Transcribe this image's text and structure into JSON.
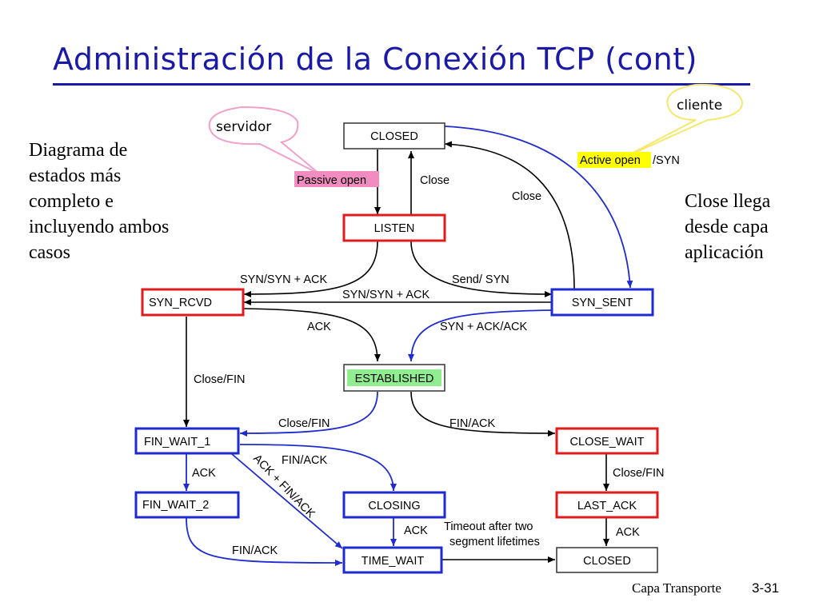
{
  "slide": {
    "title": "Administración de la Conexión TCP (cont)",
    "left_note": [
      "Diagrama de",
      "estados más",
      "completo e",
      "incluyendo ambos",
      "casos"
    ],
    "right_note": [
      "Close llega",
      "desde capa",
      "aplicación"
    ],
    "footer": "Capa Transporte",
    "page_number": "3-31"
  },
  "callouts": {
    "servidor": "servidor",
    "cliente": "cliente"
  },
  "states": {
    "closed_top": "CLOSED",
    "listen": "LISTEN",
    "syn_rcvd": "SYN_RCVD",
    "syn_sent": "SYN_SENT",
    "established": "ESTABLISHED",
    "fin_wait_1": "FIN_WAIT_1",
    "fin_wait_2": "FIN_WAIT_2",
    "closing": "CLOSING",
    "time_wait": "TIME_WAIT",
    "close_wait": "CLOSE_WAIT",
    "last_ack": "LAST_ACK",
    "closed_bottom": "CLOSED"
  },
  "transitions": {
    "passive_open": "Passive open",
    "close_listen": "Close",
    "active_open": "Active open",
    "active_open_syn": "/SYN",
    "close_synsent": "Close",
    "syn_synack_left": "SYN/SYN + ACK",
    "send_syn": "Send/ SYN",
    "syn_synack_mid": "SYN/SYN + ACK",
    "ack_rcvd": "ACK",
    "syn_ack_ack": "SYN + ACK/ACK",
    "close_fin_rcvd": "Close/FIN",
    "close_fin_est": "Close/FIN",
    "fin_ack_est": "FIN/ACK",
    "fin_ack_fw1": "FIN/ACK",
    "ack_fw1": "ACK",
    "ack_fin_ack": "ACK + FIN/ACK",
    "close_fin_cw": "Close/FIN",
    "ack_closing": "ACK",
    "timeout_1": "Timeout after two",
    "timeout_2": "segment lifetimes",
    "ack_lastack": "ACK",
    "fin_ack_fw2": "FIN/ACK"
  },
  "colors": {
    "title": "#1a1aa6",
    "server_state_border": "#e01b1b",
    "client_state_border": "#1e2bd0",
    "neutral_state_border": "#333333",
    "established_fill": "#90ee90",
    "passive_open_highlight": "#f08cc0",
    "active_open_highlight": "#ffff00",
    "server_arrow": "#000000",
    "client_arrow": "#1e2bd0"
  }
}
